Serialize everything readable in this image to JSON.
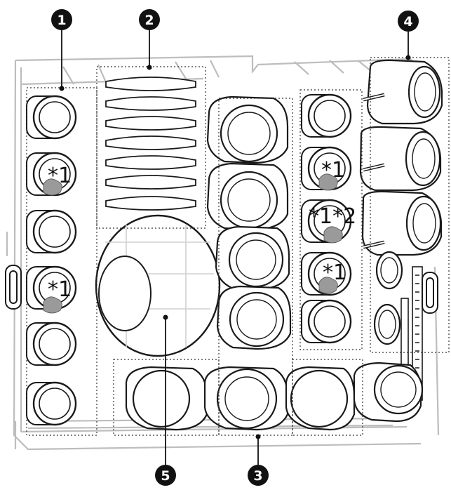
{
  "callouts": [
    "1",
    "2",
    "3",
    "4",
    "5"
  ],
  "marks": {
    "m1": "*1",
    "m2": "*1",
    "m3": "*1*2",
    "m4": "*1",
    "m5": "*1"
  },
  "colors": {
    "line": "#1a1a1a",
    "rack": "#bdbdbd",
    "soil": "#9a9a9a",
    "callout": "#111111",
    "zone": "#333333"
  }
}
